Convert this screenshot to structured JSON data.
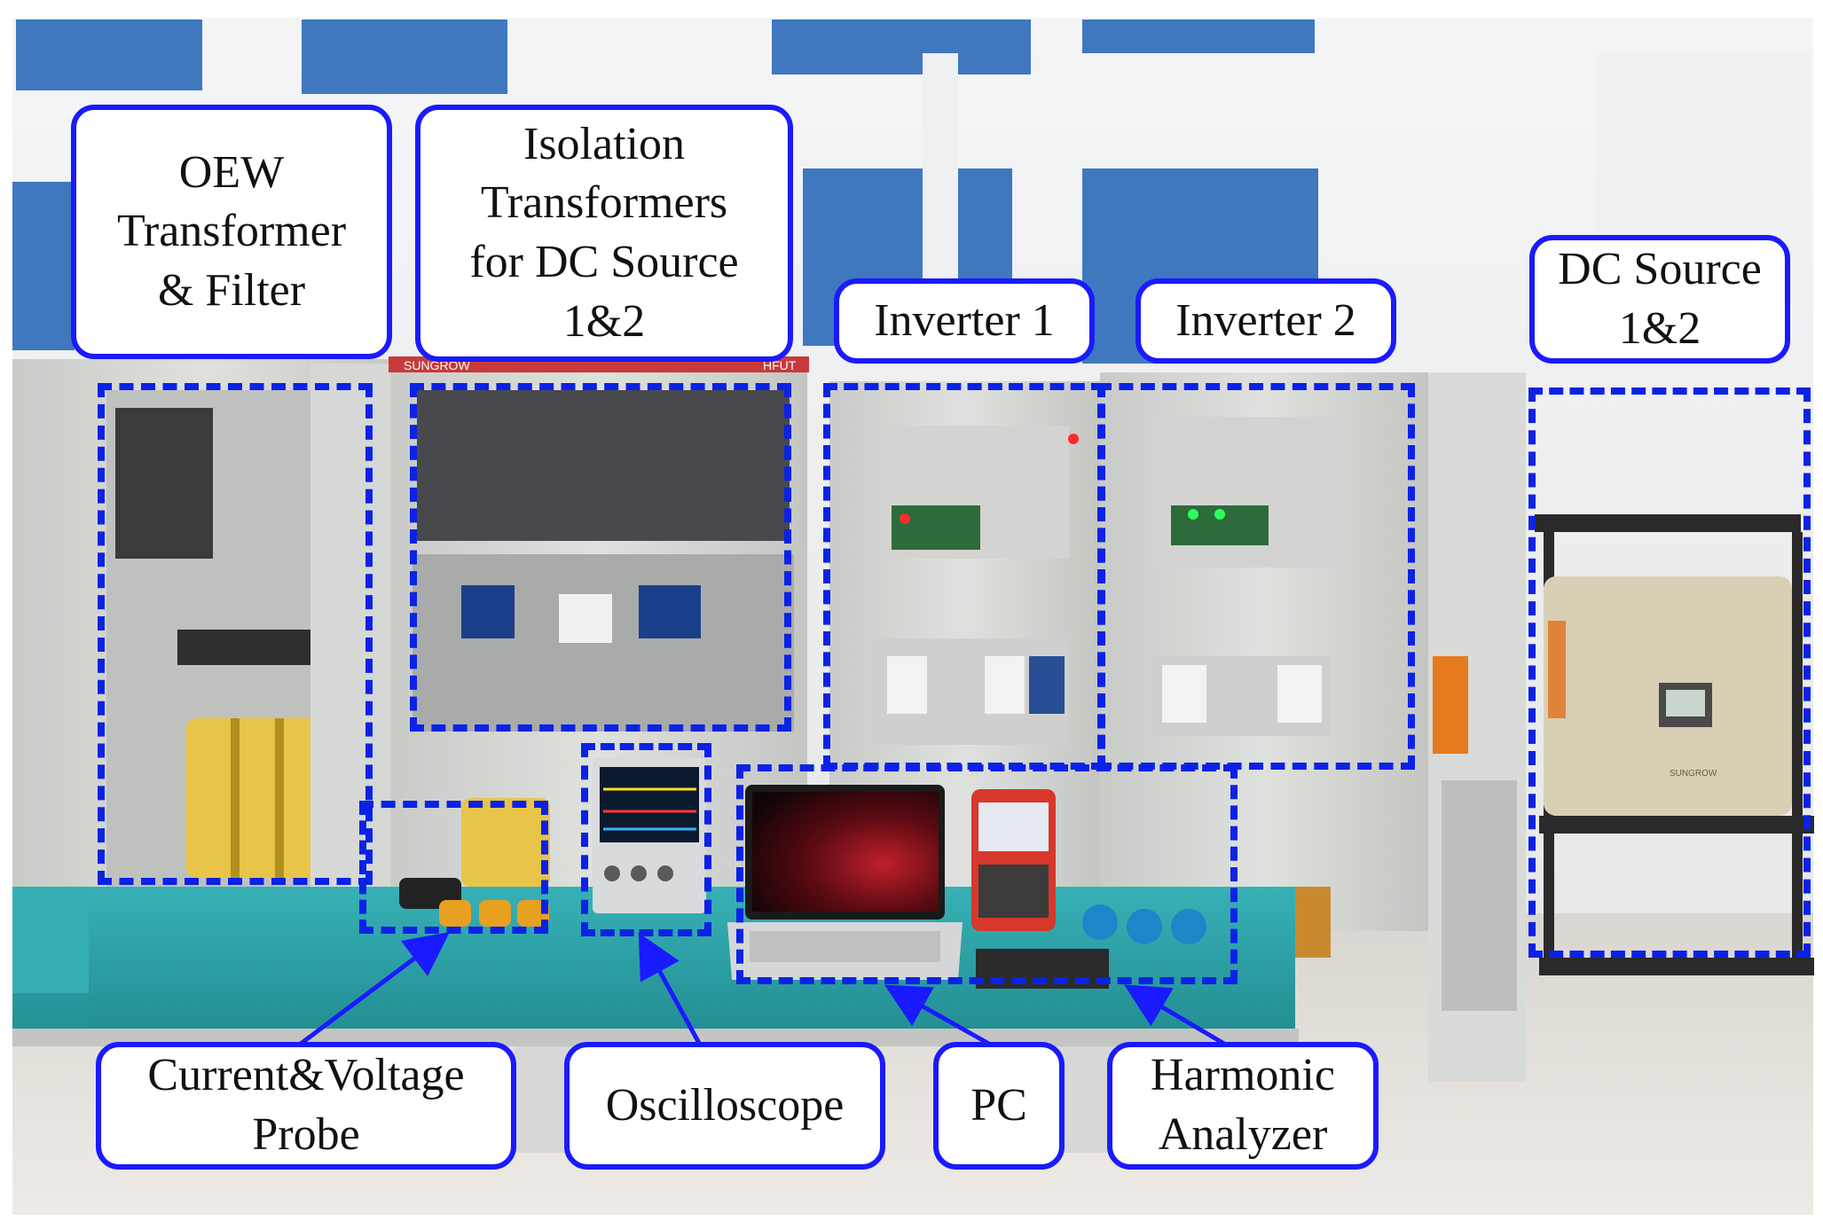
{
  "labels": {
    "oew": "OEW\nTransformer\n& Filter",
    "isolation": "Isolation\nTransformers\nfor DC Source\n1&2",
    "inverter1": "Inverter 1",
    "inverter2": "Inverter 2",
    "dc_source": "DC Source\n1&2",
    "probe": "Current&Voltage\nProbe",
    "oscilloscope": "Oscilloscope",
    "pc": "PC",
    "harmonic": "Harmonic\nAnalyzer"
  },
  "equipment_markings": {
    "cabinet_brand_left": "SUNGROW",
    "cabinet_brand_right": "HFUT",
    "dc_source_brand": "SUNGROW"
  },
  "colors": {
    "annotation_blue": "#1a1aff",
    "dashed_blue": "#0b22e6",
    "bench_teal": "#2aa3a8",
    "cabinet_grey": "#d3d5d2",
    "window_blue": "#3f78bf"
  },
  "icons": {
    "arrowhead": "arrow-head-icon"
  }
}
